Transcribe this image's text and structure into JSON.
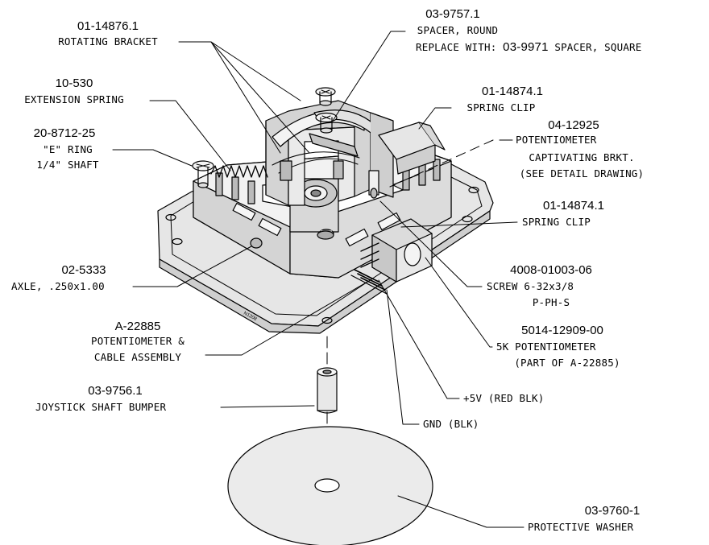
{
  "colors": {
    "ink": "#000000",
    "fill": "#d4d4d4",
    "fill_light": "#e6e6e6",
    "background": "#ffffff"
  },
  "callouts": {
    "rotating_bracket": {
      "part": "01-14876.1",
      "desc": "ROTATING BRACKET"
    },
    "spacer": {
      "part": "03-9757.1",
      "desc": "SPACER, ROUND",
      "replace_prefix": "REPLACE WITH: ",
      "replace_part": "03-9971",
      "replace_desc": " SPACER, SQUARE"
    },
    "extension_spring": {
      "part": "10-530",
      "desc": "EXTENSION SPRING"
    },
    "spring_clip_top": {
      "part": "01-14874.1",
      "desc": "SPRING CLIP"
    },
    "e_ring": {
      "part": "20-8712-25",
      "desc1": "\"E\" RING",
      "desc2": "1/4\" SHAFT"
    },
    "pot_bracket": {
      "part": "04-12925",
      "desc1": "POTENTIOMETER",
      "desc2": "CAPTIVATING BRKT.",
      "desc3": "(SEE DETAIL DRAWING)"
    },
    "spring_clip_mid": {
      "part": "01-14874.1",
      "desc": "SPRING CLIP"
    },
    "axle": {
      "part": "02-5333",
      "desc": "AXLE, .250x1.00"
    },
    "screw": {
      "part": "4008-01003-06",
      "desc1": "SCREW 6-32x3/8",
      "desc2": "P-PH-S"
    },
    "pot_cable": {
      "part": "A-22885",
      "desc1": "POTENTIOMETER &",
      "desc2": "CABLE ASSEMBLY"
    },
    "pot_5k": {
      "part": "5014-12909-00",
      "desc1": "5K POTENTIOMETER",
      "desc2": "(PART OF A-22885)"
    },
    "bumper": {
      "part": "03-9756.1",
      "desc": "JOYSTICK SHAFT BUMPER"
    },
    "plus5v": {
      "desc": "+5V (RED BLK)"
    },
    "gnd": {
      "desc": "GND (BLK)"
    },
    "washer": {
      "part": "03-9760-1",
      "desc": "PROTECTIVE WASHER"
    }
  },
  "base_marking": "N1208"
}
